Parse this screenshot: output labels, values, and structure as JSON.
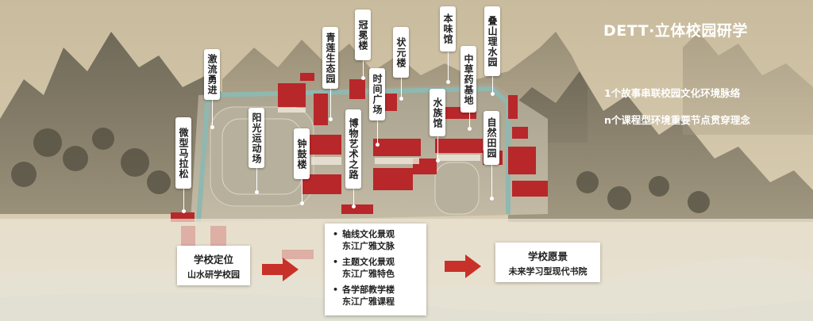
{
  "title": "DETT·立体校园研学",
  "subtitles": [
    "1个故事串联校园文化环境脉络",
    "n个课程型环境重要节点贯穿理念"
  ],
  "map_labels": [
    {
      "text": "微型马拉松"
    },
    {
      "text": "激流勇进"
    },
    {
      "text": "阳光运动场"
    },
    {
      "text": "青莲生态园"
    },
    {
      "text": "冠冕楼"
    },
    {
      "text": "钟鼓楼"
    },
    {
      "text": "时间广场"
    },
    {
      "text": "博物艺术之路"
    },
    {
      "text": "状元楼"
    },
    {
      "text": "本味馆"
    },
    {
      "text": "水族馆"
    },
    {
      "text": "中草药基地"
    },
    {
      "text": "叠山理水园"
    },
    {
      "text": "自然田园"
    }
  ],
  "cards": {
    "positioning": {
      "main": "学校定位",
      "sub": "山水研学校园"
    },
    "vision": {
      "main": "学校愿景",
      "sub": "未来学习型现代书院"
    }
  },
  "features": [
    {
      "bullet": "•",
      "line1": "轴线文化景观",
      "line2": "东江广雅文脉"
    },
    {
      "bullet": "•",
      "line1": "主题文化景观",
      "line2": "东江广雅特色"
    },
    {
      "bullet": "•",
      "line1": "各学部教学楼",
      "line2": "东江广雅课程"
    }
  ],
  "colors": {
    "arrow": "#c8312a",
    "roof": "#b8272a",
    "water": "#8fb8b0"
  }
}
